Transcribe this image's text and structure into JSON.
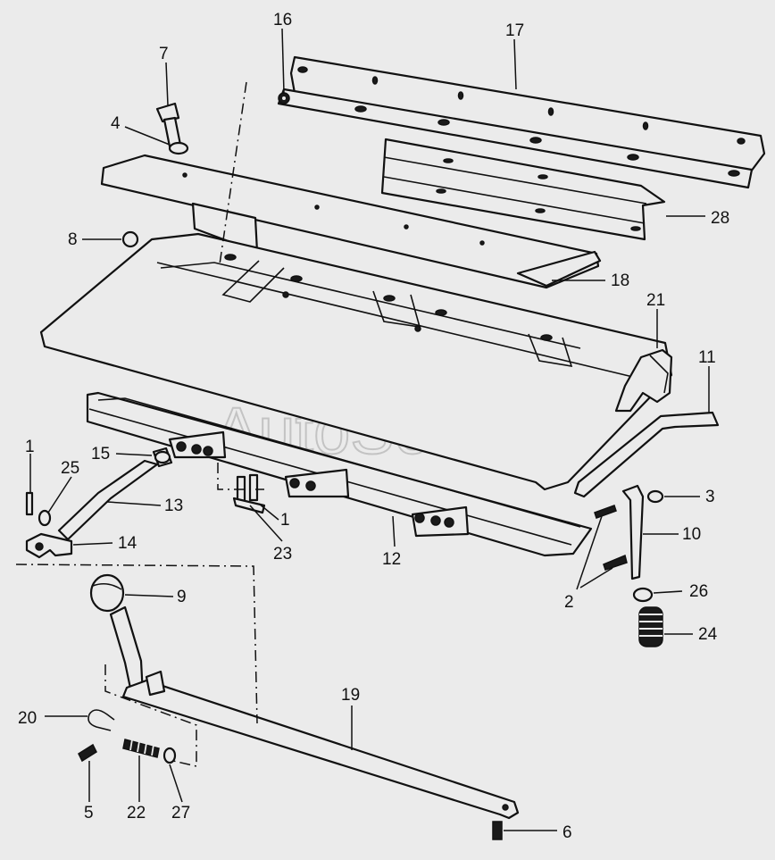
{
  "watermark": "AutoSoft",
  "colors": {
    "background": "#ebebeb",
    "ink": "#111111",
    "watermark": "#bdbdbd"
  },
  "callouts": [
    {
      "id": "c16",
      "label": "16"
    },
    {
      "id": "c17",
      "label": "17"
    },
    {
      "id": "c7",
      "label": "7"
    },
    {
      "id": "c4",
      "label": "4"
    },
    {
      "id": "c28",
      "label": "28"
    },
    {
      "id": "c8",
      "label": "8"
    },
    {
      "id": "c18",
      "label": "18"
    },
    {
      "id": "c21",
      "label": "21"
    },
    {
      "id": "c11",
      "label": "11"
    },
    {
      "id": "c1a",
      "label": "1"
    },
    {
      "id": "c25",
      "label": "25"
    },
    {
      "id": "c15",
      "label": "15"
    },
    {
      "id": "c13",
      "label": "13"
    },
    {
      "id": "c14",
      "label": "14"
    },
    {
      "id": "c1b",
      "label": "1"
    },
    {
      "id": "c23",
      "label": "23"
    },
    {
      "id": "c12",
      "label": "12"
    },
    {
      "id": "c3",
      "label": "3"
    },
    {
      "id": "c10",
      "label": "10"
    },
    {
      "id": "c2",
      "label": "2"
    },
    {
      "id": "c26",
      "label": "26"
    },
    {
      "id": "c24",
      "label": "24"
    },
    {
      "id": "c9",
      "label": "9"
    },
    {
      "id": "c19",
      "label": "19"
    },
    {
      "id": "c20",
      "label": "20"
    },
    {
      "id": "c5",
      "label": "5"
    },
    {
      "id": "c22",
      "label": "22"
    },
    {
      "id": "c27",
      "label": "27"
    },
    {
      "id": "c6",
      "label": "6"
    }
  ]
}
